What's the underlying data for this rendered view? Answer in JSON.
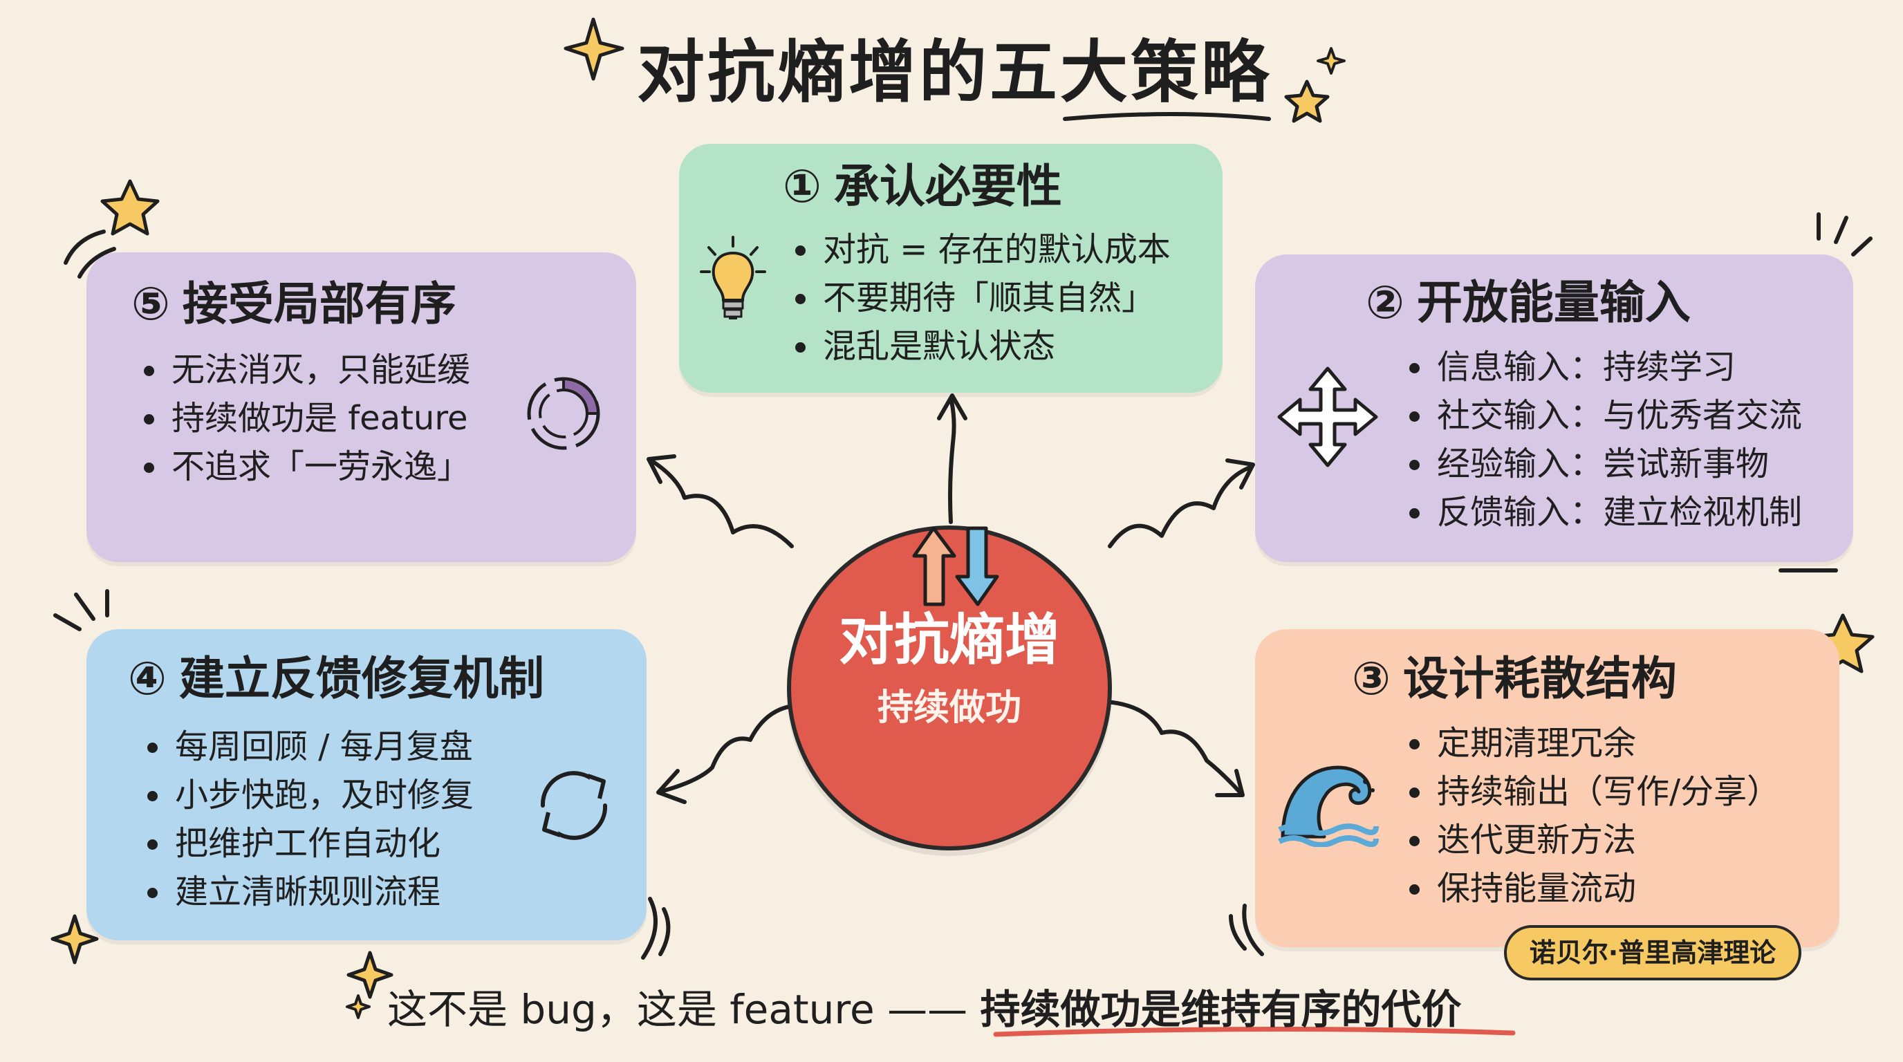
{
  "title": "对抗熵增的五大策略",
  "center": {
    "title": "对抗熵增",
    "subtitle": "持续做功"
  },
  "strategies": [
    {
      "num": "①",
      "title": "承认必要性",
      "icon": "lightbulb-icon",
      "items": [
        "对抗 = 存在的默认成本",
        "不要期待「顺其自然」",
        "混乱是默认状态"
      ]
    },
    {
      "num": "②",
      "title": "开放能量输入",
      "icon": "four-way-arrows-icon",
      "items": [
        "信息输入：持续学习",
        "社交输入：与优秀者交流",
        "经验输入：尝试新事物",
        "反馈输入：建立检视机制"
      ]
    },
    {
      "num": "③",
      "title": "设计耗散结构",
      "icon": "wave-icon",
      "items": [
        "定期清理冗余",
        "持续输出（写作/分享）",
        "迭代更新方法",
        "保持能量流动"
      ],
      "badge": "诺贝尔·普里高津理论"
    },
    {
      "num": "④",
      "title": "建立反馈修复机制",
      "icon": "refresh-cycle-icon",
      "items": [
        "每周回顾 / 每月复盘",
        "小步快跑，及时修复",
        "把维护工作自动化",
        "建立清晰规则流程"
      ]
    },
    {
      "num": "⑤",
      "title": "接受局部有序",
      "icon": "partial-ring-icon",
      "items": [
        "无法消灭，只能延缓",
        "持续做功是 feature",
        "不追求「一劳永逸」"
      ]
    }
  ],
  "footer": {
    "lead": "这不是 bug，这是 feature —— ",
    "highlight": "持续做功是维持有序的代价"
  },
  "colors": {
    "background": "#f8efe3",
    "green": "#b4e3c8",
    "purple": "#d7c9e6",
    "blue": "#b3d7ee",
    "peach": "#fbcdb2",
    "red": "#e05a4d",
    "gold": "#f6c963"
  }
}
